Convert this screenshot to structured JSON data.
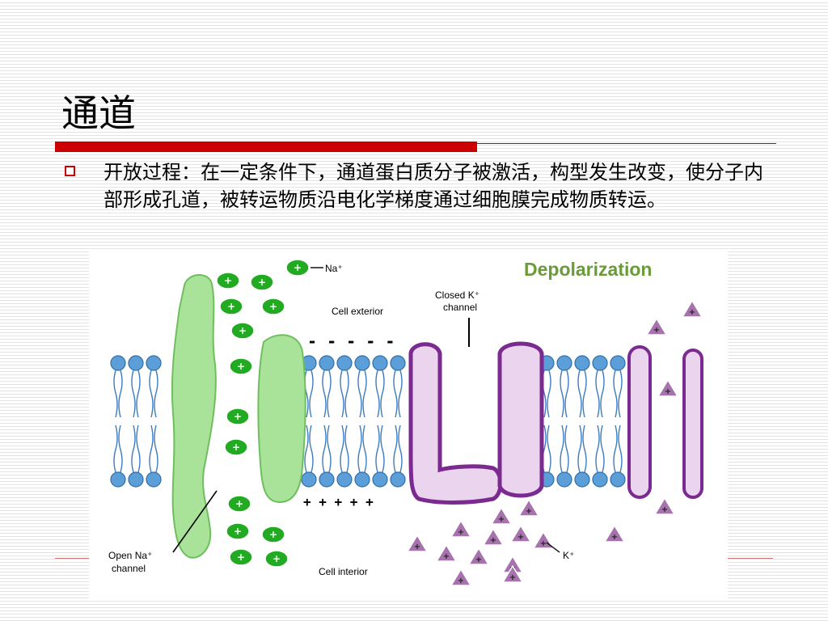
{
  "slide": {
    "title": "通道",
    "bullet_text": "开放过程：在一定条件下，通道蛋白质分子被激活，构型发生改变，使分子内部形成孔道，被转运物质沿电化学梯度通过细胞膜完成物质转运。"
  },
  "diagram": {
    "heading": "Depolarization",
    "na_legend": "Na⁺",
    "k_legend": "K⁺",
    "cell_exterior": "Cell exterior",
    "cell_interior": "Cell interior",
    "closed_k_channel_line1": "Closed K⁺",
    "closed_k_channel_line2": "channel",
    "open_na_channel_line1": "Open Na⁺",
    "open_na_channel_line2": "channel",
    "exterior_charge": "- - - - -",
    "interior_charge": "+ + + + +",
    "ion_sign": "+",
    "colors": {
      "accent_red": "#cc0000",
      "na_ion": "#22aa22",
      "na_channel": "#a9e39a",
      "k_channel_fill": "#ead4ee",
      "k_channel_stroke": "#7b2a8f",
      "k_ion": "#a773ad",
      "lipid_head": "#5c9fd8",
      "heading_green": "#6a9a3a"
    }
  }
}
